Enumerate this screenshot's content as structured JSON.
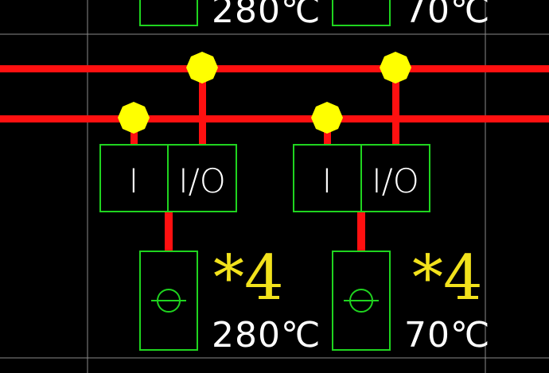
{
  "colors": {
    "background": "#000000",
    "grid": "#8a8a8a",
    "pipe": "#ff1010",
    "junction": "#ffff00",
    "box": "#1fd41f",
    "text": "#ffffff",
    "quantity": "#f2e21c"
  },
  "top_partial": {
    "left_temp": "280℃",
    "right_temp": "70℃"
  },
  "units": [
    {
      "input_label": "I",
      "io_label": "I/O",
      "quantity": "*4",
      "temperature": "280℃",
      "symbol": "sensor-circle-icon"
    },
    {
      "input_label": "I",
      "io_label": "I/O",
      "quantity": "*4",
      "temperature": "70℃",
      "symbol": "sensor-circle-icon"
    }
  ]
}
